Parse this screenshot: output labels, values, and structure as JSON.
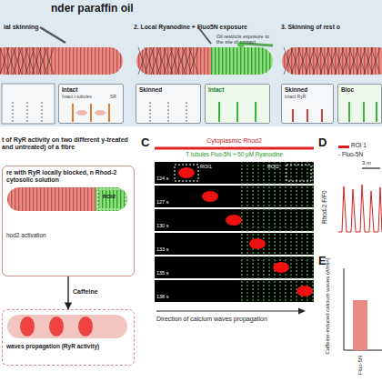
{
  "diagram": {
    "title": "nder paraffin oil",
    "nodes": [
      {
        "text": [
          "ial skinning"
        ]
      },
      {
        "text": [
          "Intact",
          "Intact t-tubules",
          "SR"
        ],
        "in": 0
      },
      {
        "text": [
          "2. Local Ryanodine + Fluo5N exposure"
        ]
      },
      {
        "text": [
          "Skinned"
        ],
        "in": 2
      },
      {
        "text": [
          "Intact"
        ],
        "in": 2
      },
      {
        "text": [
          "3. Skinning of rest o"
        ]
      },
      {
        "text": [
          "Skinned",
          "Intact RyR"
        ],
        "in": 5
      },
      {
        "text": [
          "Bloc"
        ],
        "in": 5
      },
      {
        "text": [
          "re with RyR locally blocked, n Rhod-2 cytosolic solution",
          "ROI2",
          "hod2 activation"
        ]
      },
      {
        "text": [
          "waves propagation (RyR activity)"
        ]
      }
    ],
    "edges": [
      {
        "from": 8,
        "to": 9,
        "label": "Caffeine",
        "arrow": "to"
      }
    ],
    "labels": [
      "t of RyR activity on two different y-treated and untreated) of a fibre",
      "Oil restricts exposure to the site of contact",
      "C",
      "Cytoplasmic Rhod2",
      "T tubules Fluo-5N + 50 µM Ryanodine",
      "ROI1",
      "ROI2",
      "124 s",
      "127 s",
      "130 s",
      "133 s",
      "135 s",
      "138 s",
      "Direction of calcium waves propagation",
      "D",
      "- Fluo-5N",
      "3 m",
      "Rhod-2 F/F0",
      "E",
      "Caffeine-induced calcium waves (#/min)",
      "Fluo-5N"
    ],
    "legend": [
      {
        "text": "ROI 1",
        "color": "#d62020"
      }
    ]
  }
}
